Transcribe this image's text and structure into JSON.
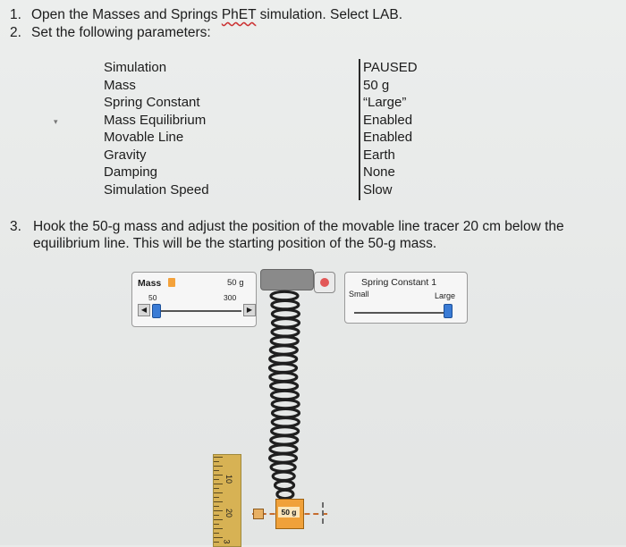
{
  "steps": [
    {
      "number": "1.",
      "text_before": "Open the Masses and Springs ",
      "text_brand": "PhET",
      "text_after": " simulation. Select LAB."
    },
    {
      "number": "2.",
      "text": "Set the following parameters:"
    },
    {
      "number": "3.",
      "text": "Hook the 50-g mass and adjust the position of the movable line tracer 20 cm below the equilibrium line. This will be the starting position of the 50-g mass."
    }
  ],
  "parameters": {
    "labels": [
      "Simulation",
      "Mass",
      "Spring Constant",
      "Mass Equilibrium",
      "Movable Line",
      "Gravity",
      "Damping",
      "Simulation Speed"
    ],
    "values": [
      "PAUSED",
      "50 g",
      "“Large”",
      "Enabled",
      "Enabled",
      "Earth",
      "None",
      "Slow"
    ]
  },
  "sim": {
    "mass_panel": {
      "title": "Mass",
      "value": "50 g",
      "min": "50",
      "max": "300",
      "slider_fraction": 0.0
    },
    "spring_panel": {
      "title": "Spring Constant 1",
      "small": "Small",
      "large": "Large",
      "slider_fraction": 1.0
    },
    "ruler_labels": [
      "10",
      "20",
      "3"
    ],
    "weight_label": "50 g",
    "colors": {
      "slider": "#3a7bd5",
      "weight": "#f0a13a",
      "ruler": "#d7b254",
      "stop": "#e25656"
    },
    "icons": [
      "mass-block-icon",
      "left-arrow-icon",
      "right-arrow-icon",
      "stop-icon"
    ]
  }
}
